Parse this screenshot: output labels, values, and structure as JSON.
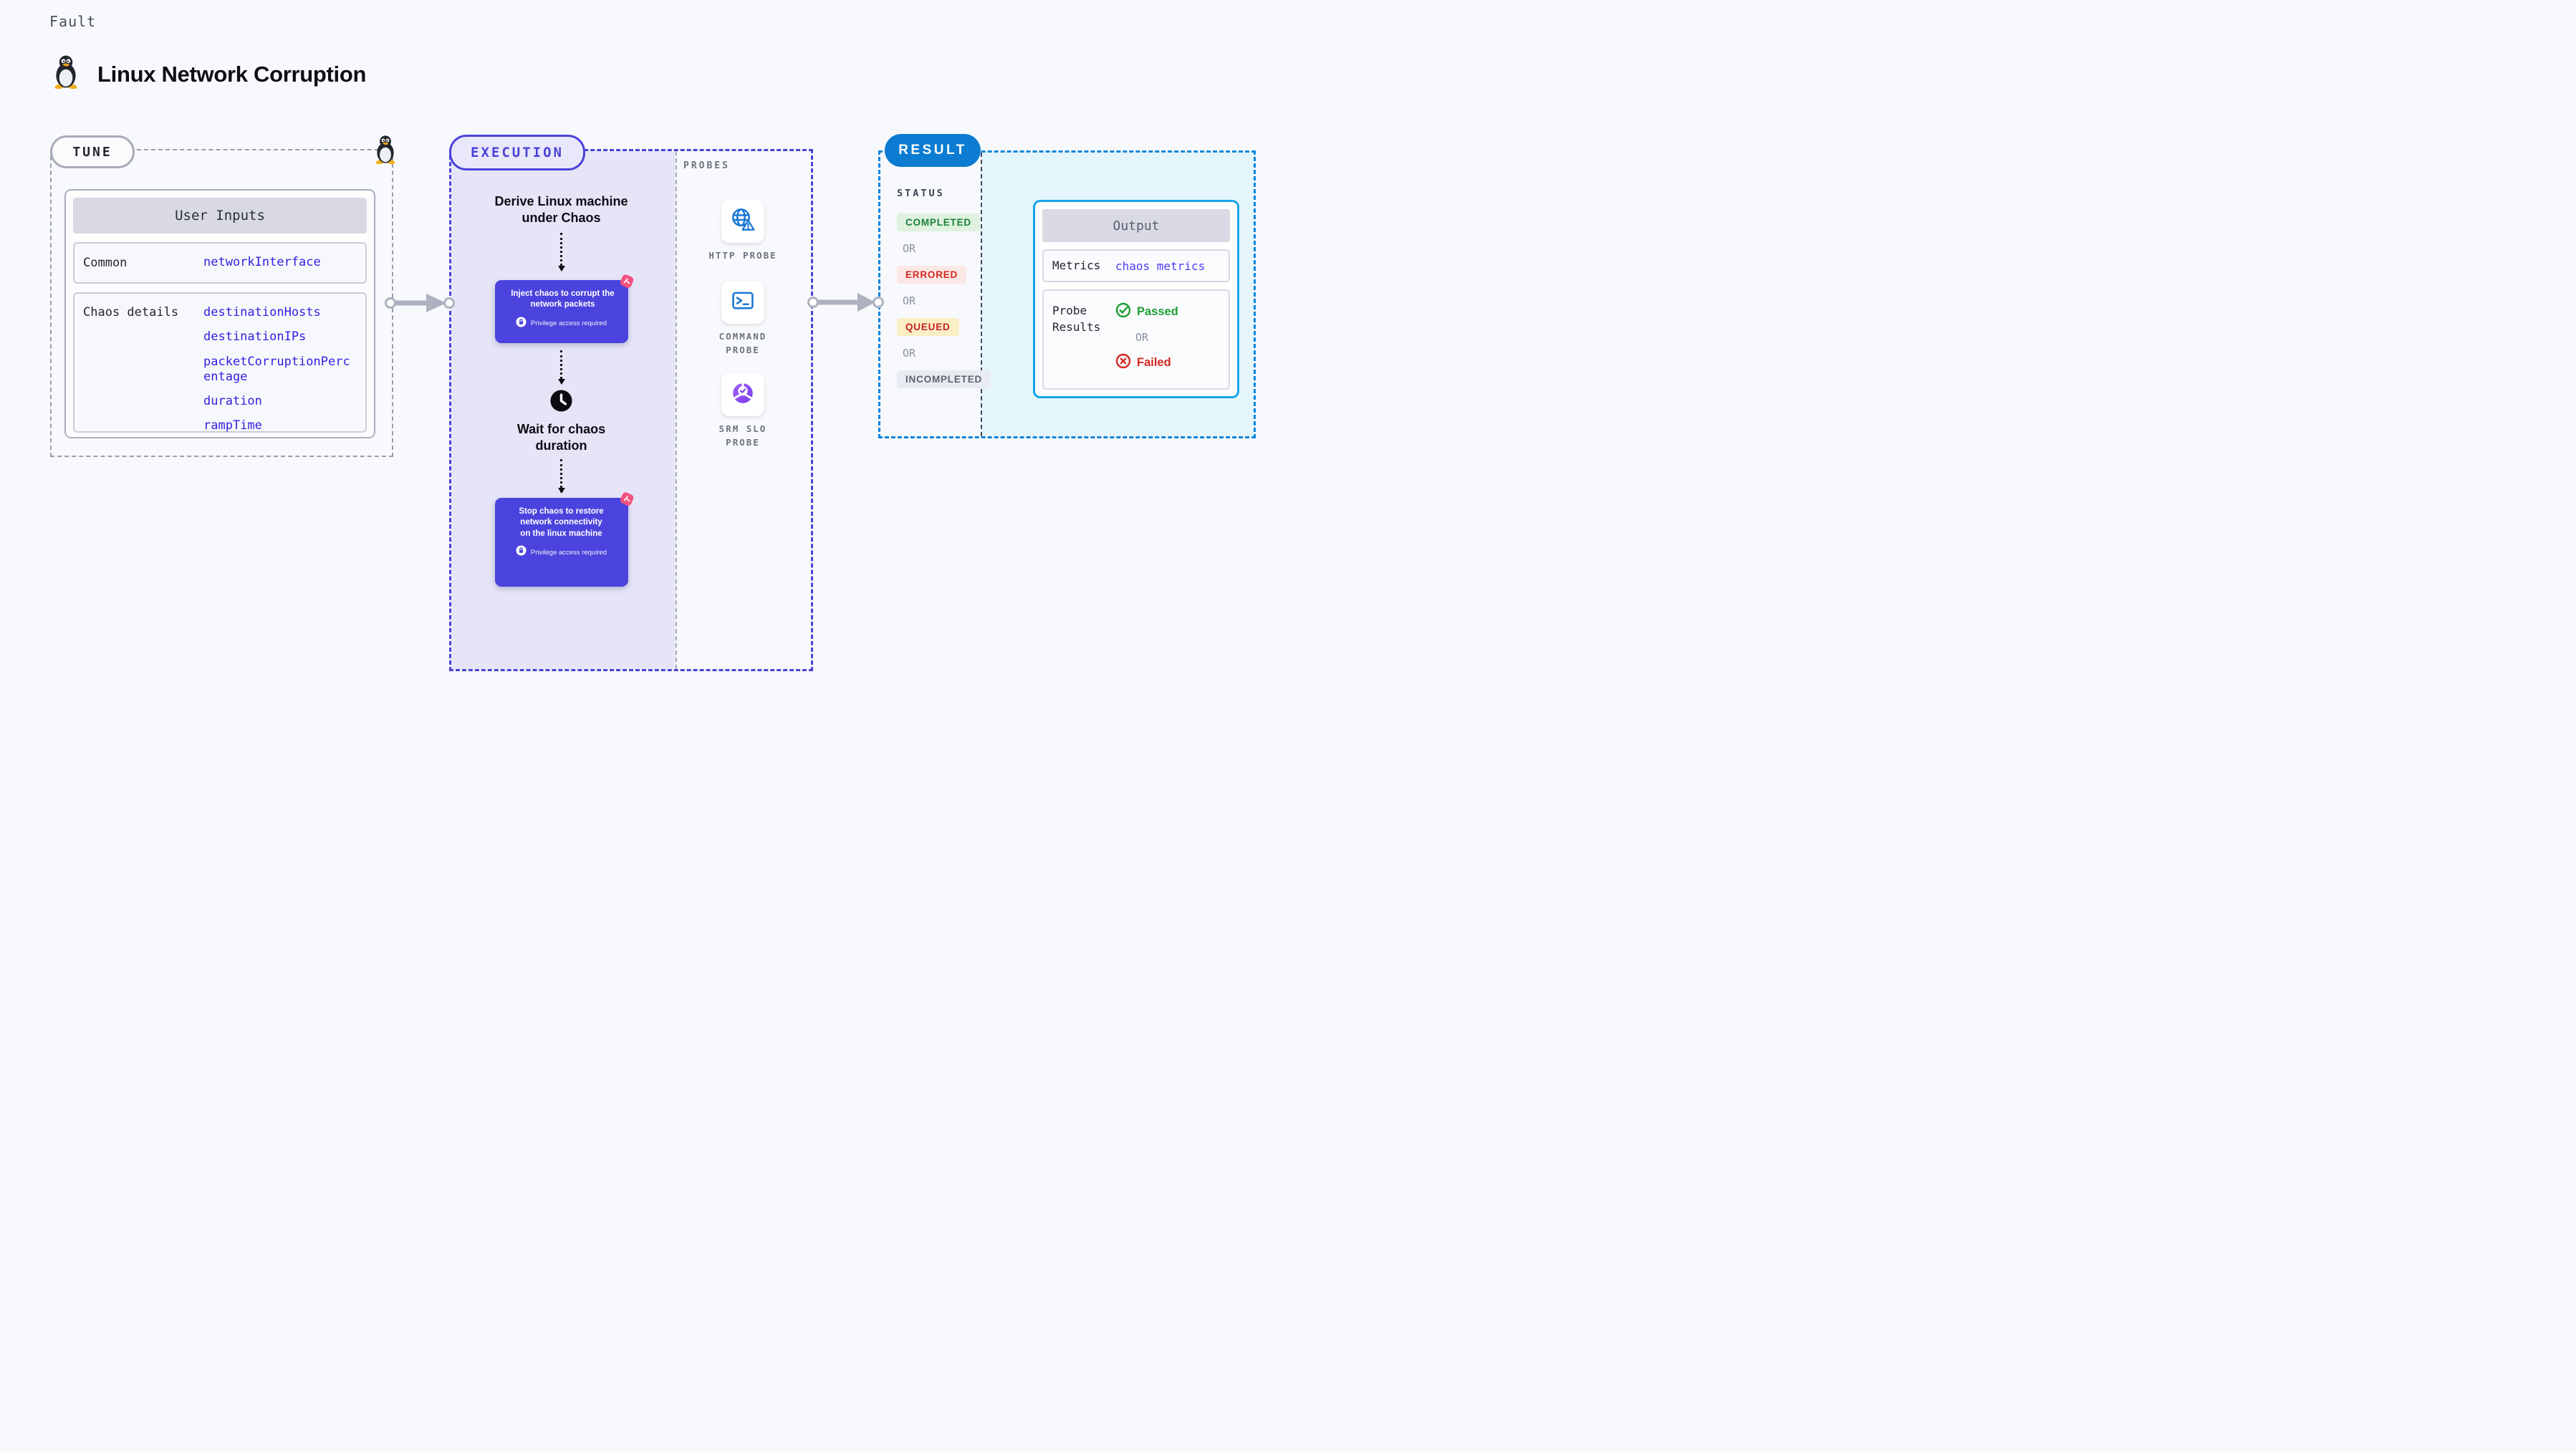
{
  "header": {
    "eyebrow": "Fault",
    "title": "Linux Network Corruption"
  },
  "tune": {
    "pill": "TUNE",
    "card_title": "User Inputs",
    "common_label": "Common",
    "common_value": "networkInterface",
    "chaos_label": "Chaos details",
    "chaos_values": [
      "destinationHosts",
      "destinationIPs",
      "packetCorruptionPercentage",
      "duration",
      "rampTime"
    ]
  },
  "execution": {
    "pill": "EXECUTION",
    "derive_step": "Derive Linux machine under Chaos",
    "inject_step": "Inject chaos to corrupt the network packets",
    "privilege_note": "Privilege access required",
    "wait_step": "Wait for chaos duration",
    "stop_step": "Stop chaos to restore network connectivity on the linux machine",
    "probes_label": "PROBES",
    "probes": [
      {
        "name": "HTTP PROBE",
        "icon": "globe-warning-icon"
      },
      {
        "name": "COMMAND PROBE",
        "icon": "terminal-icon"
      },
      {
        "name": "SRM SLO PROBE",
        "icon": "slo-gauge-check-icon"
      }
    ]
  },
  "result": {
    "pill": "RESULT",
    "status_label": "STATUS",
    "or_label": "OR",
    "statuses": [
      {
        "label": "COMPLETED",
        "style": "color:#1A7F37;background:#DEF2DF"
      },
      {
        "label": "ERRORED",
        "style": "color:#D5281F;background:#FBE8E6"
      },
      {
        "label": "QUEUED",
        "style": "color:#C5221F;background:#FAEEC4"
      },
      {
        "label": "INCOMPLETED",
        "style": "color:#5C6273;background:#E9EBF2"
      }
    ],
    "output": {
      "title": "Output",
      "metrics_label": "Metrics",
      "metrics_value": "chaos metrics",
      "probe_results_label": "Probe Results",
      "passed_label": "Passed",
      "or_label": "OR",
      "failed_label": "Failed"
    }
  },
  "colors": {
    "accent_purple": "#4A43D8",
    "node_purple": "#4B43DD",
    "lavender_bg": "#E6E5F8",
    "result_pill_blue": "#0B7CD1",
    "result_outline_blue": "#0B86DB",
    "output_border_cyan": "#16A5E8",
    "output_panel_blue": "#E4F5FC",
    "value_blue": "#2D1FE0",
    "metrics_blue": "#4B3DF5",
    "passed_green": "#1E9E33",
    "failed_red": "#D5281F",
    "litmus_pink": "#F4527E",
    "probe_icon_blue": "#1877D2"
  }
}
